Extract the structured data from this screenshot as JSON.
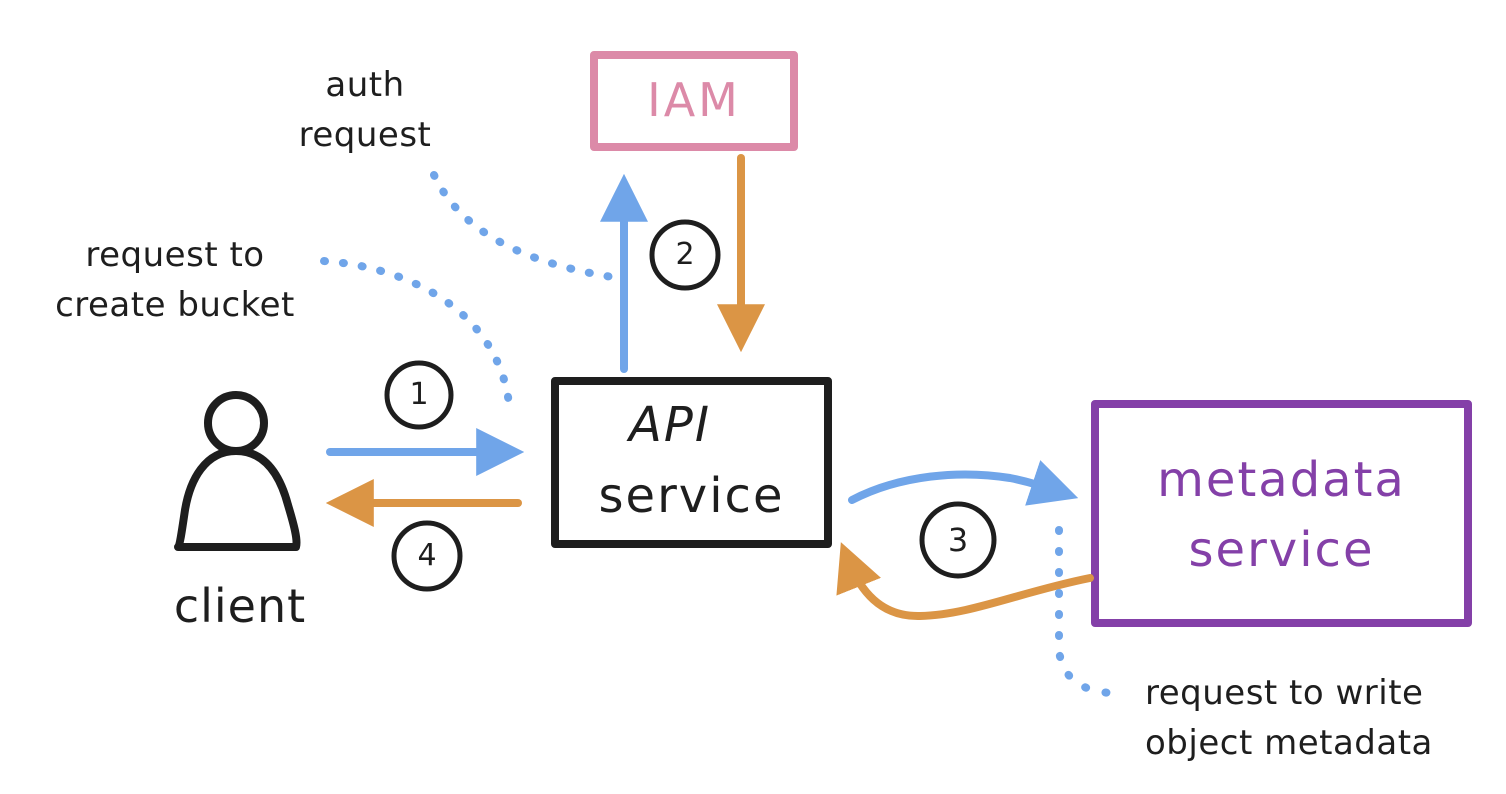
{
  "diagram": {
    "colors": {
      "ink": "#1e1e1e",
      "request_arrow": "#70a5e9",
      "response_arrow": "#db9545",
      "iam": "#dc8aa8",
      "metadata": "#8440a8"
    },
    "nodes": {
      "client": {
        "label": "client",
        "icon": "person-icon"
      },
      "api_service": {
        "line1": "API",
        "line2": "service"
      },
      "iam": {
        "label": "IAM"
      },
      "metadata_service": {
        "line1": "metadata",
        "line2": "service"
      }
    },
    "steps": [
      {
        "number": "1"
      },
      {
        "number": "2"
      },
      {
        "number": "3"
      },
      {
        "number": "4"
      }
    ],
    "annotations": {
      "auth_request": {
        "line1": "auth",
        "line2": "request"
      },
      "create_bucket": {
        "line1": "request to",
        "line2": "create bucket"
      },
      "write_metadata": {
        "line1": "request to write",
        "line2": "object metadata"
      }
    }
  }
}
